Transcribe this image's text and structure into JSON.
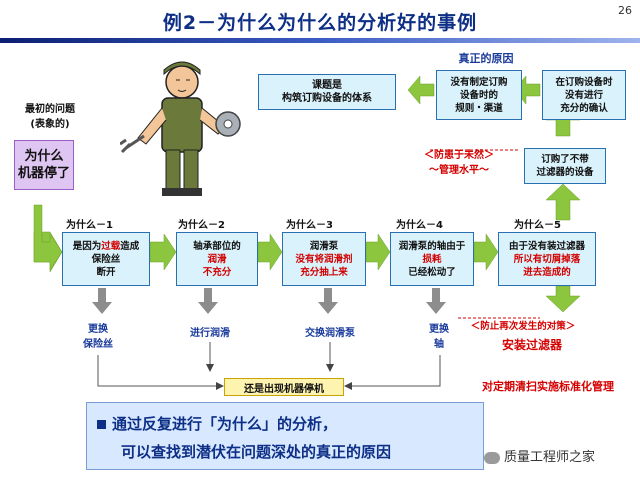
{
  "title": "例2－为什么为什么的分析好的事例",
  "page_number": "26",
  "initial_problem": {
    "label_line1": "最初的问题",
    "label_line2": "(表象的)",
    "box_line1": "为什么",
    "box_line2": "机器停了"
  },
  "topic": {
    "line1": "课题是",
    "line2": "构筑订购设备的体系"
  },
  "real_cause_label": "真正的原因",
  "root_causes": [
    {
      "l1": "没有制定订购",
      "l2": "设备时的",
      "l3": "规则・渠道"
    },
    {
      "l1": "在订购设备时",
      "l2": "没有进行",
      "l3": "充分的确认"
    }
  ],
  "no_filter": {
    "l1": "订购了不带",
    "l2": "过滤器的设备"
  },
  "prevention": {
    "l1": "＜防患于未然＞",
    "l2": "～管理水平～"
  },
  "whys": [
    {
      "label": "为什么－1",
      "l1": "是因为",
      "l1r": "过载",
      "l1b": "造成",
      "l2": "保险丝",
      "l3": "断开"
    },
    {
      "label": "为什么－2",
      "l1": "轴承部位的",
      "l2r": "润滑",
      "l3r": "不充分"
    },
    {
      "label": "为什么－3",
      "l1": "润滑泵",
      "l2r": "没有将润滑剂",
      "l3r": "充分抽上来"
    },
    {
      "label": "为什么－4",
      "l1": "润滑泵的轴由于",
      "l2r": "损耗",
      "l3": "已经松动了"
    },
    {
      "label": "为什么－5",
      "l1": "由于没有装过滤器",
      "l2r": "所以有切屑掉落",
      "l3r": "进去造成的"
    }
  ],
  "actions": [
    {
      "l1": "更换",
      "l2": "保险丝"
    },
    {
      "l1": "进行润滑",
      "l2": ""
    },
    {
      "l1": "交换润滑泵",
      "l2": ""
    },
    {
      "l1": "更换",
      "l2": "轴"
    }
  ],
  "still_stopped": "还是出现机器停机",
  "recurrence": {
    "note": "＜防止再次发生的对策＞",
    "action": "安装过滤器",
    "standard": "对定期清扫实施标准化管理"
  },
  "conclusion": {
    "line1": "通过反复进行「为什么」的分析，",
    "line2": "可以查找到潜伏在问题深处的真正的原因"
  },
  "watermark": "质量工程师之家",
  "colors": {
    "arrow_green": "#8cc63f",
    "box_fill": "#d9f2fb",
    "box_border": "#2a6fb1",
    "red_text": "#d40000",
    "conclusion_fill": "#d8e8ff"
  }
}
